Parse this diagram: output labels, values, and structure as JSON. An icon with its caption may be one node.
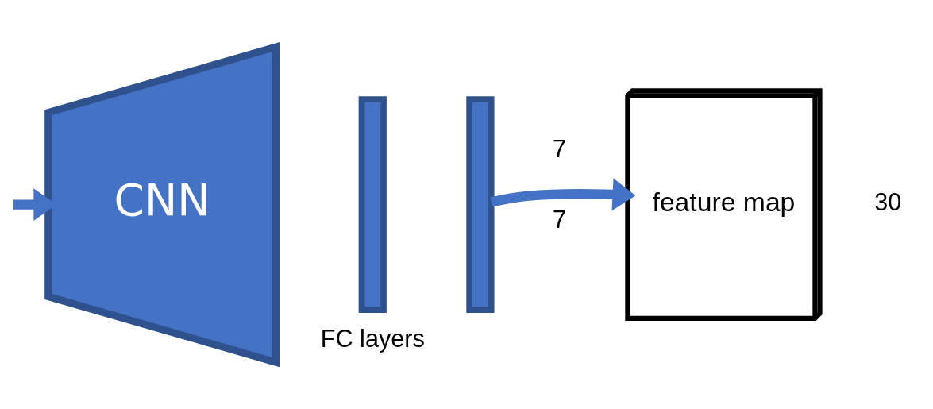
{
  "diagram": {
    "nodes": [
      {
        "text": [
          "CNN"
        ]
      },
      {
        "text": [],
        "shape": "bar"
      },
      {
        "text": [],
        "shape": "bar"
      },
      {
        "text": [
          "feature map"
        ]
      }
    ],
    "edges": [
      {
        "from": null,
        "to": 0,
        "arrow": "to"
      },
      {
        "from": 2,
        "to": 3,
        "arrow": "to"
      }
    ],
    "labels": [
      "FC layers",
      "7",
      "7",
      "30"
    ]
  }
}
